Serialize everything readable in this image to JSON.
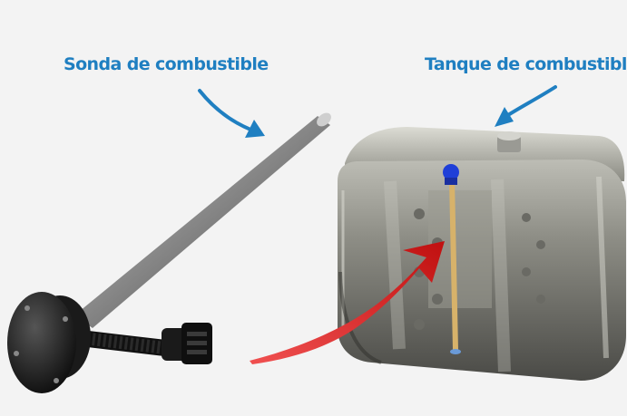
{
  "labels": {
    "probe": "Sonda de combustible",
    "tank": "Tanque de combustible"
  },
  "colors": {
    "label_text": "#1f7fc1",
    "callout_arrow": "#1f7fc1",
    "flow_arrow": "#e02424",
    "background": "#f3f3f3"
  },
  "icons": {
    "probe": "fuel-probe-illustration",
    "tank": "fuel-tank-illustration"
  }
}
